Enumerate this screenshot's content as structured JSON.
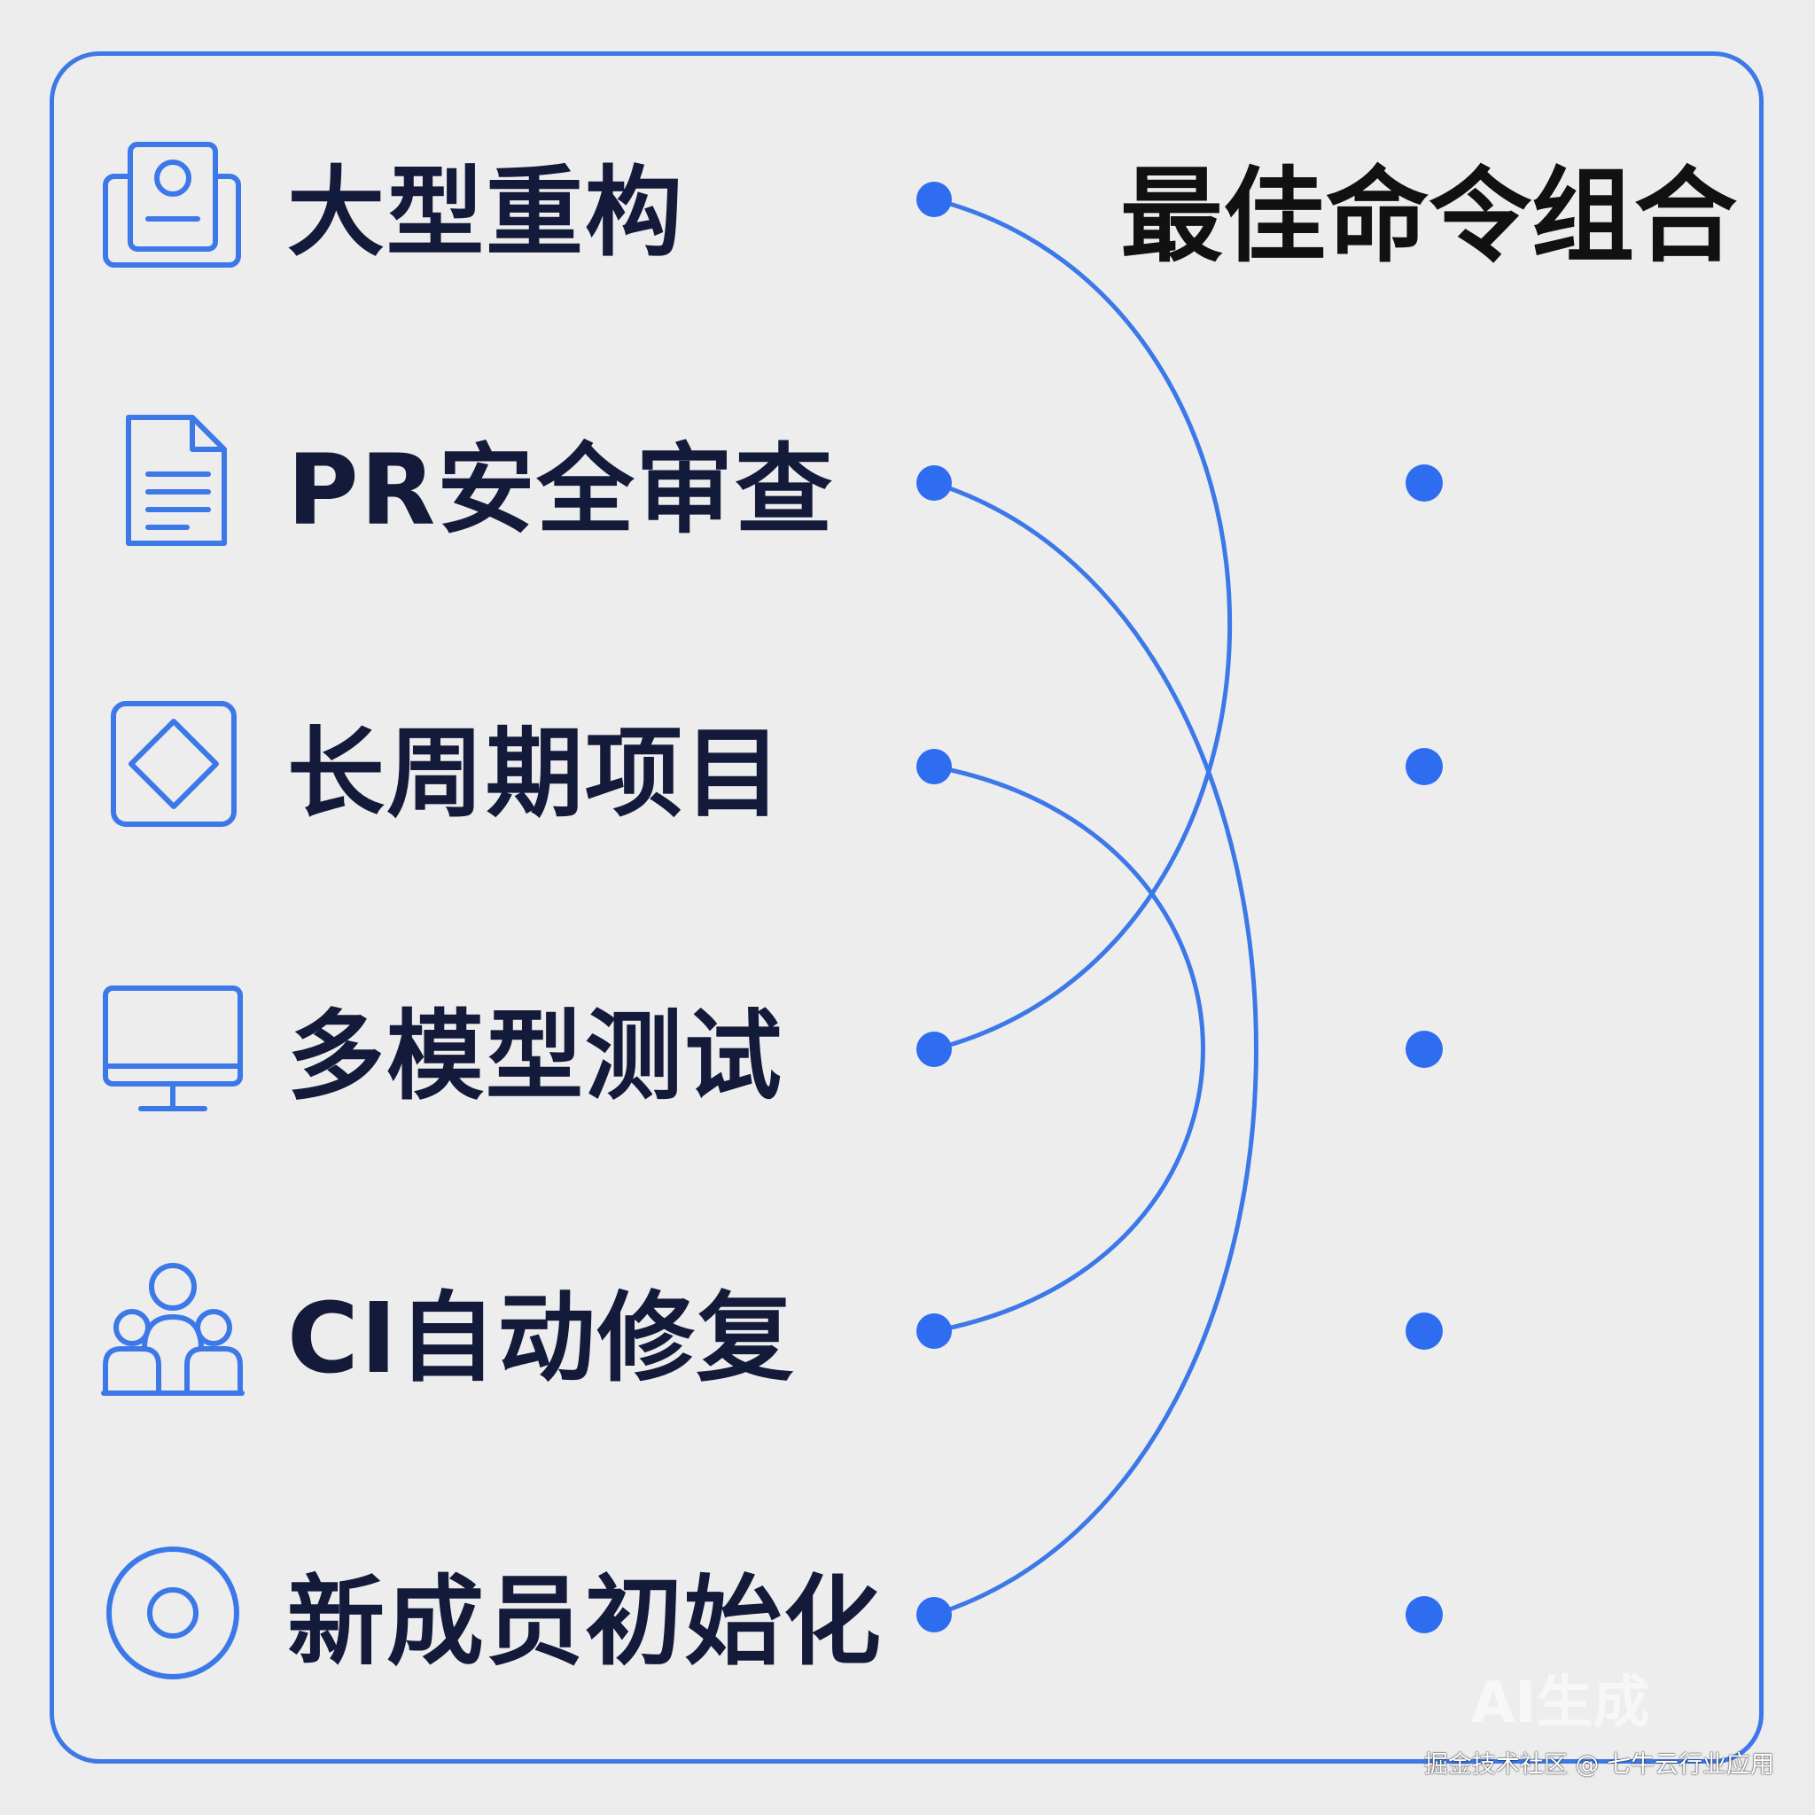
{
  "title": "最佳命令组合",
  "items": [
    {
      "label": "大型重构",
      "icon": "profile-card-icon"
    },
    {
      "label": "PR安全审查",
      "icon": "document-icon"
    },
    {
      "label": "长周期项目",
      "icon": "diamond-icon"
    },
    {
      "label": "多模型测试",
      "icon": "monitor-icon"
    },
    {
      "label": "CI自动修复",
      "icon": "team-icon"
    },
    {
      "label": "新成员初始化",
      "icon": "target-icon"
    }
  ],
  "connections": [
    {
      "from": 1,
      "to": 4
    },
    {
      "from": 2,
      "to": 6
    },
    {
      "from": 3,
      "to": 5
    }
  ],
  "watermark": {
    "ghost": "AI生成",
    "credit": "掘金技术社区 @ 七牛云行业应用"
  },
  "colors": {
    "accent": "#3c78e8",
    "dot": "#2f6df0",
    "text": "#141a3a",
    "background": "#ececec"
  }
}
